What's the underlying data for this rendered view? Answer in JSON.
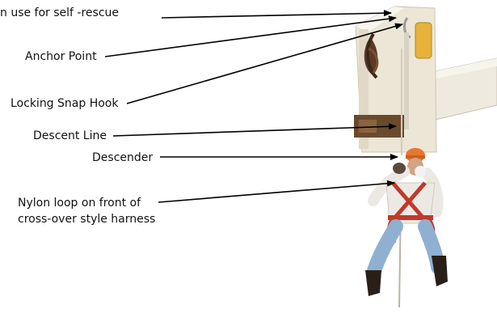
{
  "title_partial": "n use for self -rescue",
  "callouts": {
    "anchor_point": "Anchor Point",
    "snap_hook": "Locking Snap Hook",
    "descent_line": "Descent Line",
    "descender": "Descender",
    "nylon_loop_line1": "Nylon loop on front of",
    "nylon_loop_line2": "cross-over style harness"
  },
  "colors": {
    "bucket": "#ece6d6",
    "boom": "#eeeadf",
    "bracket": "#6b4a2c",
    "hook_yellow": "#e7b23a",
    "shirt": "#ece9e4",
    "jeans": "#8fb0d1",
    "harness": "#c0392b",
    "helmet": "#e8772e",
    "boots": "#2a1f18"
  }
}
